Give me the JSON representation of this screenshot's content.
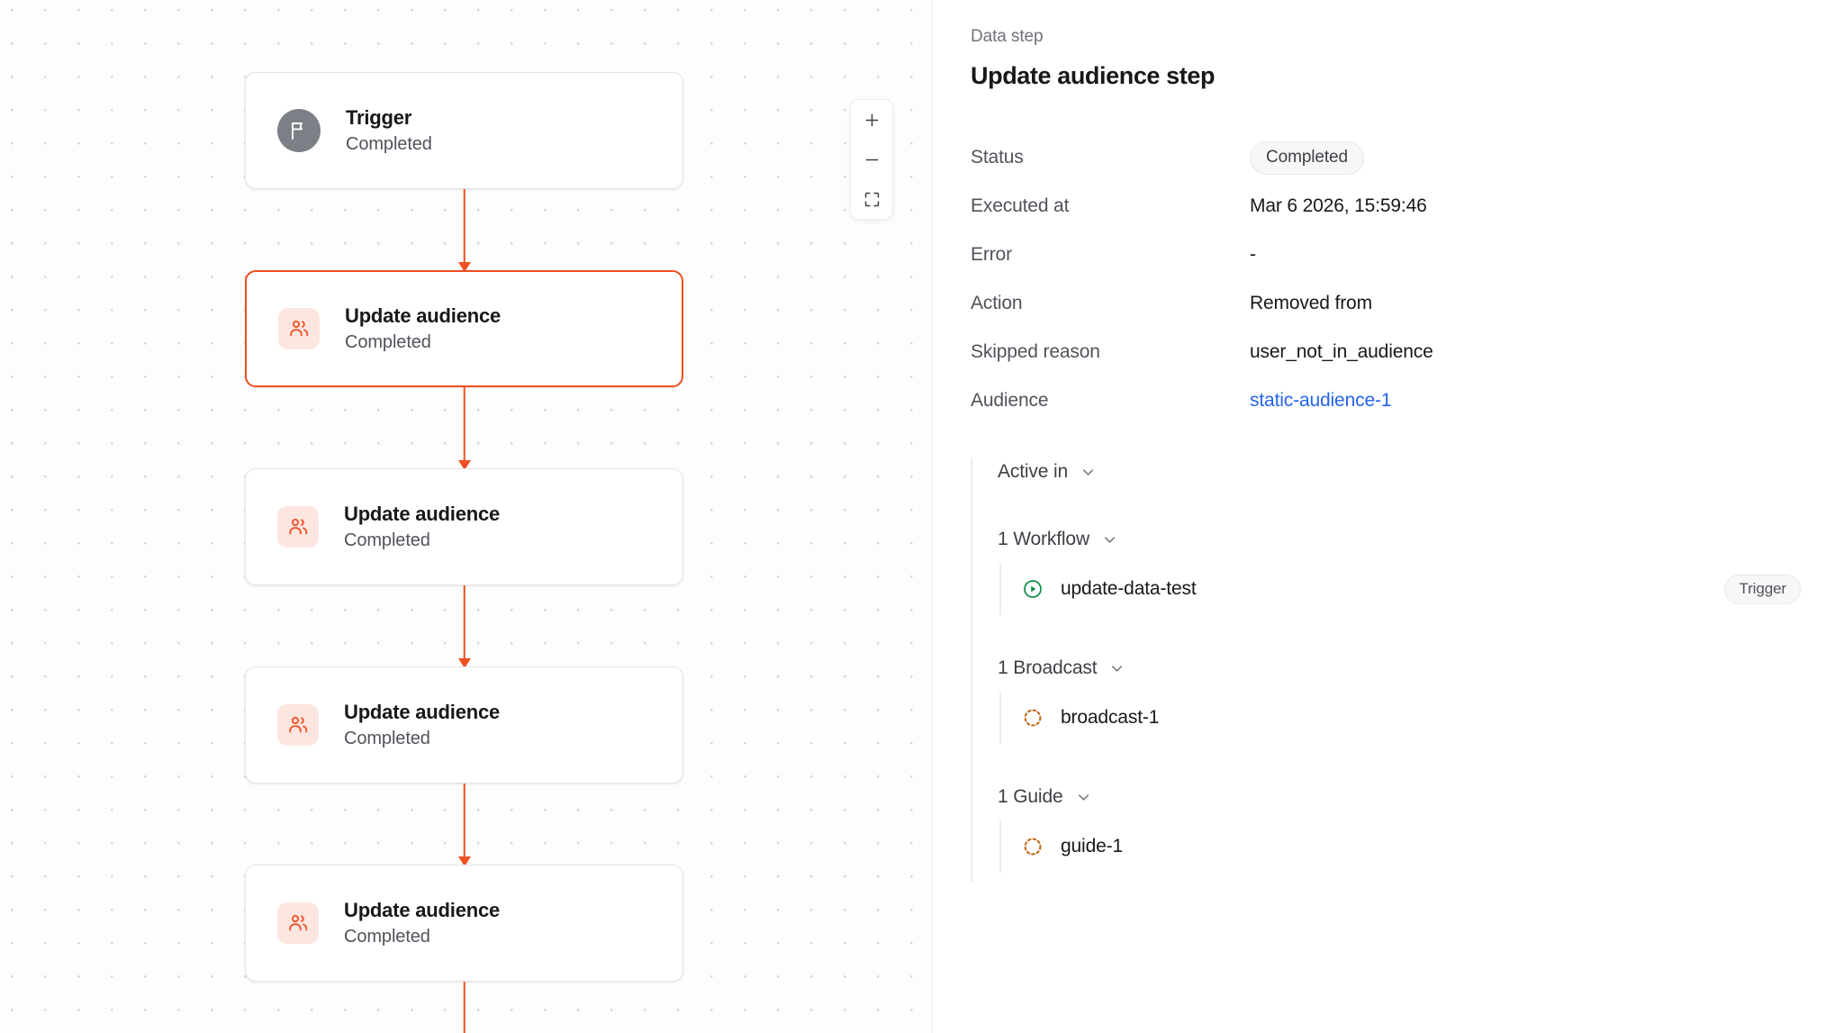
{
  "canvas": {
    "nodes": [
      {
        "title": "Trigger",
        "status": "Completed",
        "icon": "flag-icon",
        "kind": "trigger",
        "selected": false
      },
      {
        "title": "Update audience",
        "status": "Completed",
        "icon": "users-icon",
        "kind": "data",
        "selected": true
      },
      {
        "title": "Update audience",
        "status": "Completed",
        "icon": "users-icon",
        "kind": "data",
        "selected": false
      },
      {
        "title": "Update audience",
        "status": "Completed",
        "icon": "users-icon",
        "kind": "data",
        "selected": false
      },
      {
        "title": "Update audience",
        "status": "Completed",
        "icon": "users-icon",
        "kind": "data",
        "selected": false
      }
    ],
    "zoom_controls": {
      "zoom_in": "+",
      "zoom_out": "−",
      "fit_view": "fit-view-icon"
    }
  },
  "panel": {
    "eyebrow": "Data step",
    "title": "Update audience step",
    "fields": [
      {
        "label": "Status",
        "value": "Completed",
        "type": "pill"
      },
      {
        "label": "Executed at",
        "value": "Mar 6 2026, 15:59:46",
        "type": "text"
      },
      {
        "label": "Error",
        "value": "-",
        "type": "text"
      },
      {
        "label": "Action",
        "value": "Removed from",
        "type": "text"
      },
      {
        "label": "Skipped reason",
        "value": "user_not_in_audience",
        "type": "text"
      },
      {
        "label": "Audience",
        "value": "static-audience-1",
        "type": "link"
      }
    ],
    "active_in": {
      "label": "Active in",
      "groups": [
        {
          "label": "1 Workflow",
          "items": [
            {
              "name": "update-data-test",
              "icon": "play-circle-icon",
              "badge": "Trigger"
            }
          ]
        },
        {
          "label": "1 Broadcast",
          "items": [
            {
              "name": "broadcast-1",
              "icon": "dashed-circle-icon",
              "badge": ""
            }
          ]
        },
        {
          "label": "1 Guide",
          "items": [
            {
              "name": "guide-1",
              "icon": "dashed-circle-icon",
              "badge": ""
            }
          ]
        }
      ]
    }
  },
  "colors": {
    "accent_orange": "#f04e23",
    "link_blue": "#2563eb",
    "success_green": "#108c4a",
    "draft_orange": "#c2620d",
    "trigger_gray": "#7b8086"
  }
}
